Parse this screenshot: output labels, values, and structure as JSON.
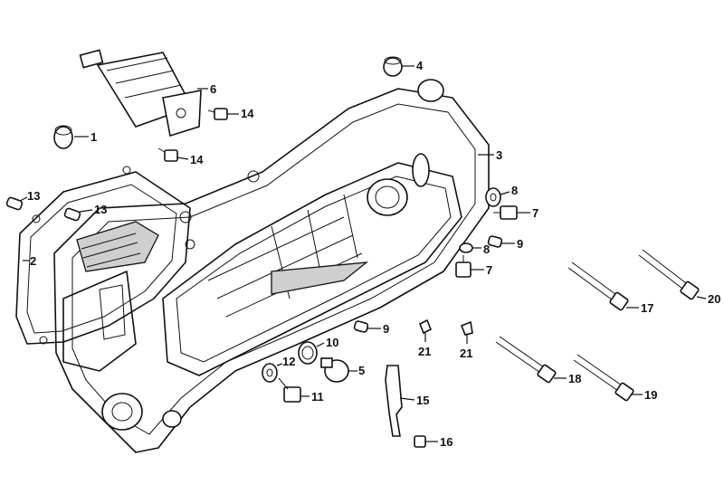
{
  "callouts": [
    "1",
    "2",
    "3",
    "4",
    "5",
    "6",
    "7",
    "7",
    "8",
    "8",
    "9",
    "9",
    "10",
    "11",
    "12",
    "13",
    "13",
    "14",
    "14",
    "15",
    "16",
    "17",
    "18",
    "19",
    "20",
    "21",
    "21"
  ]
}
